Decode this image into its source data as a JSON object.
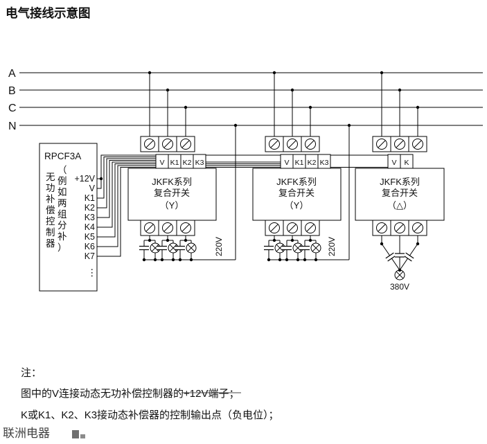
{
  "title": "电气接线示意图",
  "bus": {
    "labels": [
      "A",
      "B",
      "C",
      "N"
    ]
  },
  "controller": {
    "model": "RPCF3A",
    "name_vertical": "无功补偿控制器",
    "note_vertical": "（例如两组分补）",
    "terminals": [
      "+12V",
      "V",
      "K1",
      "K2",
      "K3",
      "K4",
      "K5",
      "K6",
      "K7"
    ],
    "more_indicator": "⋮"
  },
  "modules": [
    {
      "title_line1": "JKFK系列",
      "title_line2": "复合开关",
      "connection": "（Y）",
      "terminals": [
        "V",
        "K1",
        "K2",
        "K3"
      ],
      "voltage_label": "220V"
    },
    {
      "title_line1": "JKFK系列",
      "title_line2": "复合开关",
      "connection": "（Y）",
      "terminals": [
        "V",
        "K1",
        "K2",
        "K3"
      ],
      "voltage_label": "220V"
    },
    {
      "title_line1": "JKFK系列",
      "title_line2": "复合开关",
      "connection": "（△）",
      "terminals": [
        "V",
        "K"
      ],
      "voltage_label": "380V"
    }
  ],
  "notes": {
    "heading": "注：",
    "lines": [
      "图中的V连接动态无功补偿控制器的+12V端子；",
      "K或K1、K2、K3接动态补偿器的控制输出点（负电位）；"
    ]
  },
  "watermark": "联洲电器",
  "colors": {
    "title": "#c00000",
    "line": "#000000",
    "watermark": "#9a9a9a"
  }
}
